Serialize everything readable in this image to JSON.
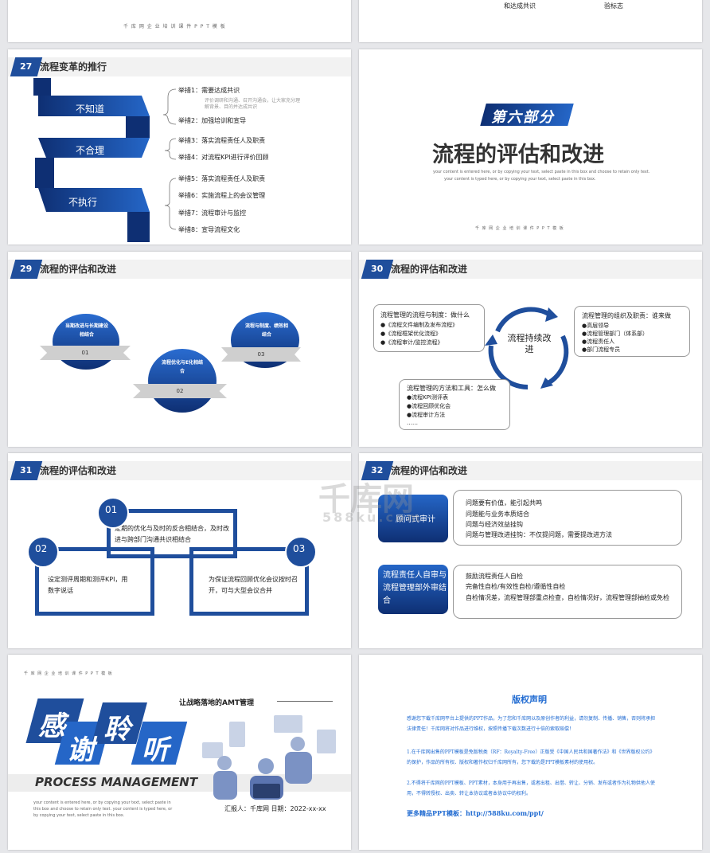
{
  "top_left": {
    "footer": "千 库 网 企 业 培 训 课 件 P P T 模 板"
  },
  "top_right": {
    "col1": "和达成共识",
    "col2": "验标志"
  },
  "s27": {
    "num": "27",
    "title": "流程变革的推行",
    "bands": [
      "不知道",
      "不合理",
      "不执行"
    ],
    "items": [
      "举措1：需要达成共识",
      "举措2：加强培训和宣导",
      "举措3：落实流程责任人及职责",
      "举措4：对流程KPI进行评价回顾",
      "举措5：落实流程责任人及职责",
      "举措6：实施流程上的会议管理",
      "举措7：流程审计与监控",
      "举措8：宣导流程文化"
    ],
    "sub1": "评价调研和沟通、召开沟通会，让大家充分理",
    "sub2": "解背景、目的并达成共识"
  },
  "s28": {
    "badge": "第六部分",
    "title": "流程的评估和改进",
    "desc1": "your content is entered here, or by copying your text, select paste in this box and choose to retain only text.",
    "desc2": "your content is typed here, or by copying your text, select paste in this box.",
    "footer": "千 库 网 企 业 培 训 课 件 P P T 模 板"
  },
  "s29": {
    "num": "29",
    "title": "流程的评估和改进",
    "circles": [
      {
        "label": "当期改进与长期建设相结合",
        "n": "01"
      },
      {
        "label": "流程优化与E化相结合",
        "n": "02"
      },
      {
        "label": "流程与制度、绩效相结合",
        "n": "03"
      }
    ]
  },
  "s30": {
    "num": "30",
    "title": "流程的评估和改进",
    "center": "流程持续改进",
    "box1_title": "流程管理的流程与制度：做什么",
    "box1_items": [
      "●《流程文件编制及发布流程》",
      "●《流程框架优化流程》",
      "●《流程审计/监控流程》"
    ],
    "box2_title": "流程管理的组织及职责：谁来做",
    "box2_items": [
      "●高层领导",
      "●流程管理部门（体系部）",
      "●流程责任人",
      "●部门流程专员"
    ],
    "box3_title": "流程管理的方法和工具：怎么做",
    "box3_items": [
      "●流程KPI测评表",
      "●流程回顾优化会",
      "●流程审计方法",
      "……"
    ]
  },
  "s31": {
    "num": "31",
    "title": "流程的评估和改进",
    "nums": [
      "01",
      "02",
      "03"
    ],
    "center_text": "定期的优化与及时的反合相结合，及时改进与跨部门沟通共识相结合",
    "left_text": "设定测评周期和测评KPI，用数字说话",
    "right_text": "为保证流程回顾优化会议按时召开，可与大型会议合并"
  },
  "s32": {
    "num": "32",
    "title": "流程的评估和改进",
    "card1": "顾问式审计",
    "card1_items": [
      "问题要有价值，能引起共鸣",
      "问题能与业务本质结合",
      "问题与经济效益挂钩",
      "问题与管理改进挂钩：不仅提问题，需要提改进方法"
    ],
    "card2": "流程责任人自审与流程管理部外审结合",
    "card2_items": [
      "鼓励流程责任人自检",
      "完备性自检/有效性自检/遵循性自检",
      "自检情况差，流程管理部重点检查，自检情况好，流程管理部抽检或免检"
    ]
  },
  "s33": {
    "top": "千 库 网 企 业 培 训 课 件 P P T 模 板",
    "chars": [
      "感",
      "谢",
      "聆",
      "听"
    ],
    "subtitle": "让战略落地的AMT管理",
    "english": "PROCESS MANAGEMENT",
    "desc": "your content is entered here, or by copying your text, select paste in this box and choose to retain only text. your content is typed here, or by copying your text, select paste in this box.",
    "reporter": "汇报人：千库网   日期：2022-xx-xx"
  },
  "s34": {
    "title": "版权声明",
    "p1": "感谢您下载千库网平台上提供的PPT作品，为了您和千库网以及原创作者的利益，请勿复制、传播、销售，否则将承担法律责任！千库网将对作品进行维权，按照传播下载次数进行十倍的索取赔偿！",
    "p2": "1.在千库网出售的PPT模板是免版税类（RF：Royalty-Free）正版受《中国人民共和国著作法》和《世界版权公约》的保护，作品的所有权、版权和著作权归千库网所有，您下载的是PPT模板素材的使用权。",
    "p3": "2.不得将千库网的PPT模板、PPT素材，本身用于再出售，或者出租、出借、转让、分销、发布或者作为礼物供他人使用，不得转授权、出卖、转让本协议或者本协议中的权利。",
    "more": "更多精品PPT模板：http://588ku.com/ppt/"
  },
  "watermark": {
    "brand": "千库网",
    "url": "588ku.com"
  }
}
